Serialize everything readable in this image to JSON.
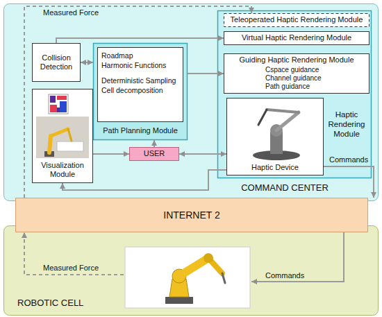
{
  "diagram": {
    "nodes": [
      {
        "text": [
          "COMMAND CENTER"
        ]
      },
      {
        "text": [
          "Haptic Rendering Module"
        ],
        "in": 0
      },
      {
        "text": [
          "Teleoperated Haptic Rendering Module"
        ],
        "in": 1
      },
      {
        "text": [
          "Virtual Haptic Rendering Module"
        ],
        "in": 1
      },
      {
        "text": [
          "Guiding Haptic Rendering Module",
          "Cspace guidance",
          "Channel guidance",
          "Path guidance"
        ],
        "in": 1
      },
      {
        "text": [
          "Haptic Device"
        ],
        "in": 1
      },
      {
        "text": [
          "Collision Detection"
        ],
        "in": 0
      },
      {
        "text": [
          "Path Planning Module"
        ],
        "in": 0
      },
      {
        "text": [
          "Roadmap",
          "Harmonic Functions",
          "Deterministic Sampling",
          "Cell decomposition"
        ],
        "in": 7
      },
      {
        "text": [
          "Visualization Module"
        ],
        "in": 0
      },
      {
        "text": [
          "USER"
        ],
        "in": 0
      },
      {
        "text": [
          "INTERNET 2"
        ]
      },
      {
        "text": [
          "ROBOTIC CELL"
        ]
      }
    ],
    "edges": [
      {
        "from": 6,
        "to": 3,
        "arrow": "to"
      },
      {
        "from": 6,
        "to": 7,
        "arrow": "both"
      },
      {
        "from": 7,
        "to": 4,
        "arrow": "to"
      },
      {
        "from": 10,
        "to": 7,
        "arrow": "to"
      },
      {
        "from": 9,
        "to": 10,
        "arrow": "to"
      },
      {
        "from": 10,
        "to": 5,
        "arrow": "both"
      },
      {
        "from": 5,
        "to": 9,
        "arrow": "to"
      },
      {
        "from": 5,
        "to": 11,
        "label": "Commands",
        "arrow": "to"
      },
      {
        "from": 11,
        "to": 12,
        "label": "Commands",
        "arrow": "to"
      },
      {
        "from": 12,
        "to": 11,
        "label": "Measured Force",
        "arrow": "to"
      },
      {
        "from": 11,
        "to": 2,
        "label": "Measured Force",
        "arrow": "to"
      }
    ]
  }
}
